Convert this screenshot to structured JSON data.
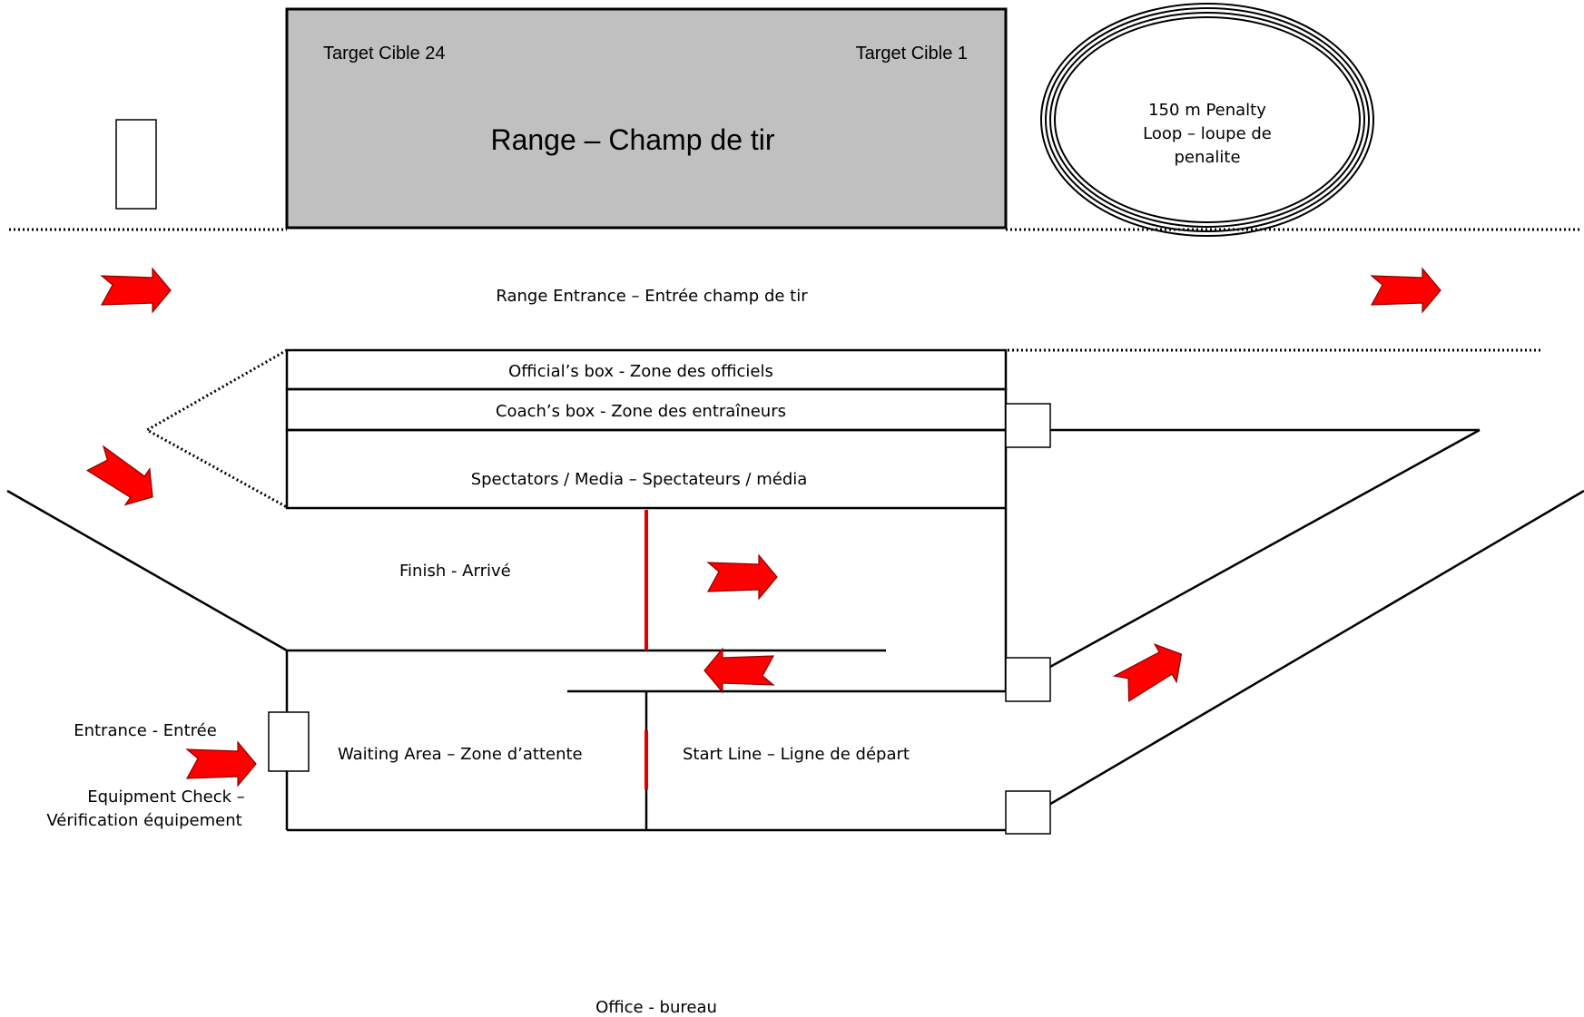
{
  "range": {
    "title": "Range – Champ de tir",
    "target_left": "Target Cible 24",
    "target_right": "Target Cible 1"
  },
  "penalty_loop": {
    "line1": "150 m Penalty",
    "line2": "Loop – loupe de",
    "line3": "penalite"
  },
  "range_entrance": "Range Entrance – Entrée champ de tir",
  "officials_box": "Official’s box - Zone des officiels",
  "coaches_box": "Coach’s box - Zone des entraîneurs",
  "spectators": "Spectators / Media – Spectateurs / média",
  "finish": "Finish - Arrivé",
  "waiting_area": "Waiting Area – Zone d’attente",
  "start_line": "Start Line – Ligne de départ",
  "entrance": "Entrance - Entrée",
  "equipment_check": {
    "line1": "Equipment Check –",
    "line2": "Vérification équipement"
  },
  "office": "Office  - bureau",
  "colors": {
    "range_fill": "#c0c0c0",
    "arrow_red": "#ff0000",
    "finish_line_red": "#e00000"
  }
}
